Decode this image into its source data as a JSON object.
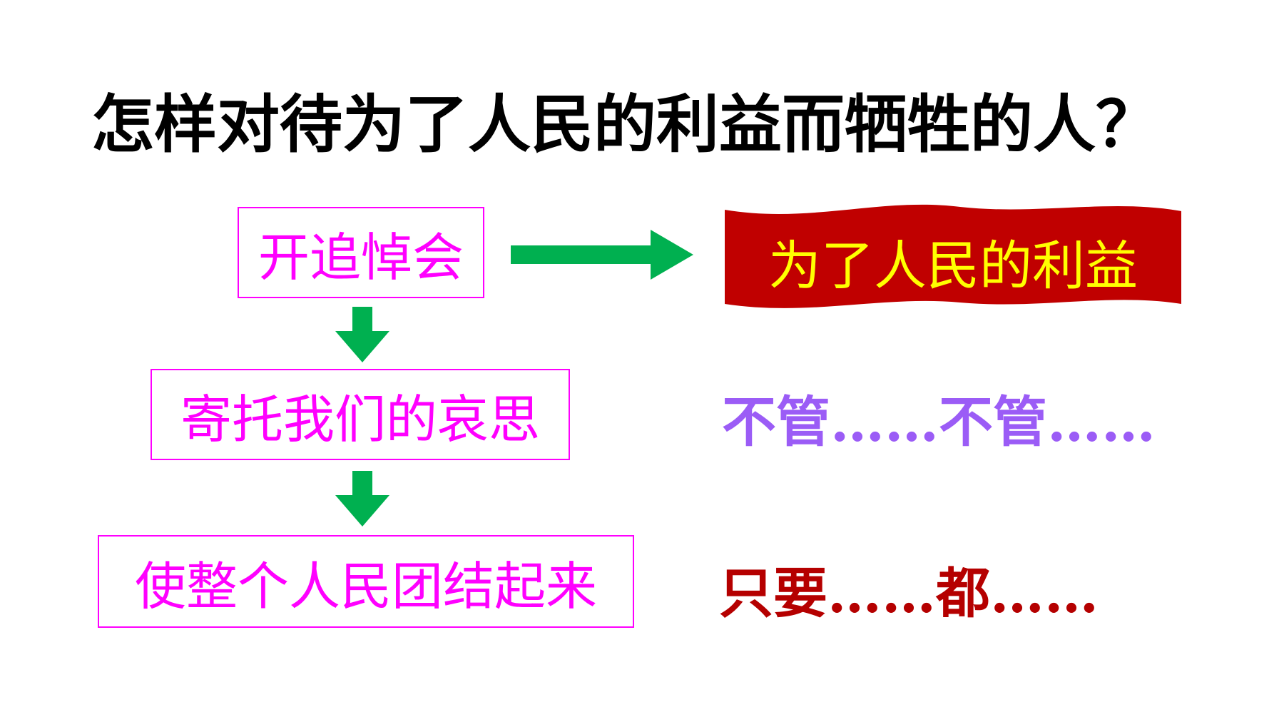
{
  "title": "怎样对待为了人民的利益而牺牲的人？",
  "flow": {
    "steps": [
      "开追悼会",
      "寄托我们的哀思",
      "使整个人民团结起来"
    ]
  },
  "banner": {
    "text": "为了人民的利益"
  },
  "phrases": [
    "不管……不管……",
    "只要……都……"
  ],
  "colors": {
    "box_border": "#ff00ff",
    "box_text": "#ff00ff",
    "arrow": "#00b050",
    "banner_fill": "#c00000",
    "banner_text": "#ffff00",
    "phrase1": "#9b5cf6",
    "phrase2": "#b50000"
  }
}
